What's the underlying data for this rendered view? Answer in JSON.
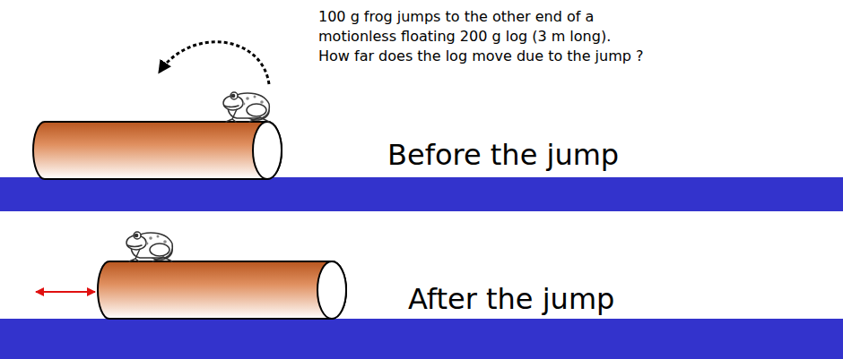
{
  "diagram": {
    "labels": [
      "100 g frog jumps to the other end of a motionless floating 200 g log (3 m long). How far does the log move due to the jump ?",
      "Before the jump",
      "After the jump"
    ]
  }
}
